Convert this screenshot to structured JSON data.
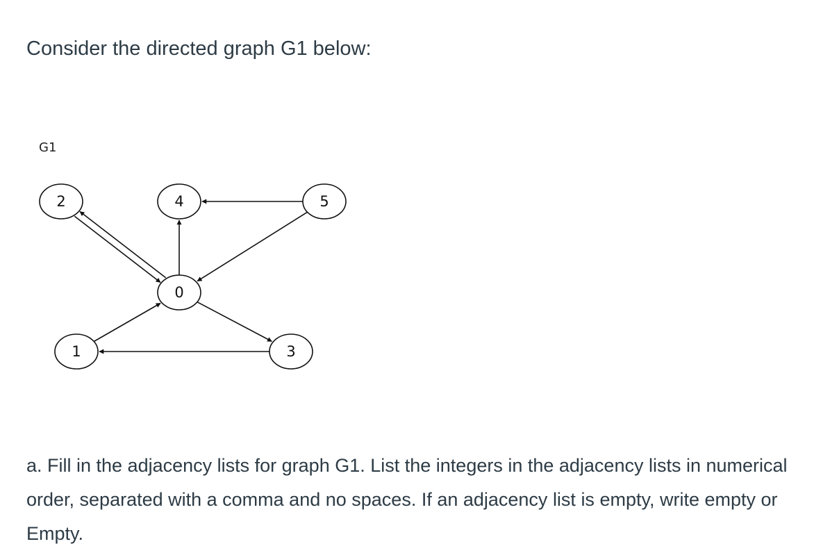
{
  "intro": "Consider the directed graph G1 below:",
  "graph": {
    "title": "G1",
    "nodes": [
      {
        "id": "0",
        "label": "0"
      },
      {
        "id": "1",
        "label": "1"
      },
      {
        "id": "2",
        "label": "2"
      },
      {
        "id": "3",
        "label": "3"
      },
      {
        "id": "4",
        "label": "4"
      },
      {
        "id": "5",
        "label": "5"
      }
    ],
    "edges": [
      {
        "from": "0",
        "to": "2"
      },
      {
        "from": "2",
        "to": "0"
      },
      {
        "from": "0",
        "to": "4"
      },
      {
        "from": "5",
        "to": "4"
      },
      {
        "from": "5",
        "to": "0"
      },
      {
        "from": "1",
        "to": "0"
      },
      {
        "from": "0",
        "to": "3"
      },
      {
        "from": "3",
        "to": "1"
      }
    ],
    "colors": {
      "stroke": "#111111",
      "fill": "#ffffff"
    }
  },
  "question": "a. Fill in the adjacency lists for graph G1.  List the integers in the adjacency lists in numerical order, separated with a comma  and no spaces. If an adjacency list is empty, write empty or Empty."
}
